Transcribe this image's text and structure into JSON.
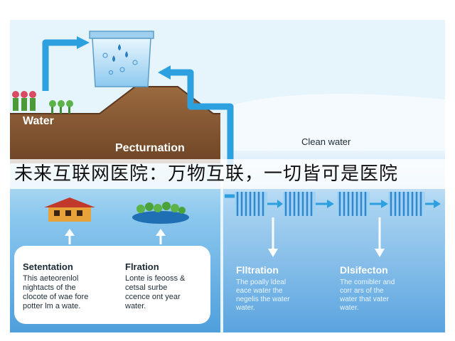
{
  "diagram": {
    "title_ground": "Water",
    "title_center": "Pecturnation",
    "title_clean": "Clean water",
    "banner": "未来互联网医院：万物互联，一切皆可是医院",
    "steps": [
      {
        "title": "Setentation",
        "desc": [
          "This aeteorenlol",
          "nightacts of the",
          "clocote of wae fore",
          "potter lm a wate."
        ]
      },
      {
        "title": "Flration",
        "desc": [
          "Lonte is feooss &",
          "cetsal surbe",
          "ccence ont year",
          "water."
        ]
      },
      {
        "title": "Flltration",
        "desc": [
          "The poally ldeal",
          "eace water the",
          "negelis the water",
          "water."
        ]
      },
      {
        "title": "Dlsifecton",
        "desc": [
          "The comibler and",
          "corr ars of the",
          "water that vater",
          "water."
        ]
      }
    ]
  },
  "colors": {
    "sky": "#dff3fb",
    "soil": "#8a5a33",
    "water_panel": "#6cb6ea",
    "pipe": "#2da0e0",
    "clean_panel": "#cfe7f7"
  },
  "icons": [
    "house-icon",
    "island-icon",
    "flower-icon",
    "water-tank-icon",
    "arrow-up-icon",
    "arrow-down-icon",
    "arrow-right-icon",
    "filter-column-icon"
  ]
}
